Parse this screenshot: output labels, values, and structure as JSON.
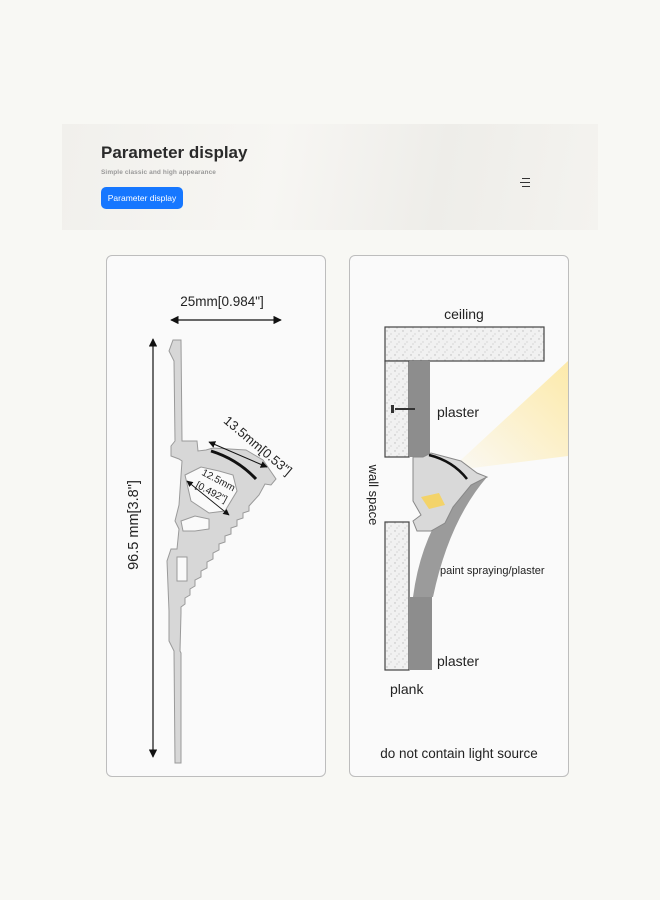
{
  "header": {
    "title": "Parameter display",
    "subtitle": "Simple classic and high appearance",
    "button_label": "Parameter display"
  },
  "icons": {
    "menu": "menu-icon"
  },
  "colors": {
    "accent": "#1677ff",
    "light_beam": "#fde9a6"
  },
  "left_diagram": {
    "width_label": "25mm[0.984\"]",
    "height_label": "96.5 mm[3.8\"]",
    "diffuser_outer_label": "13.5mm[0.53\"]",
    "diffuser_inner_label_line1": "12.5mm",
    "diffuser_inner_label_line2": "[0.492\"]"
  },
  "right_diagram": {
    "ceiling": "ceiling",
    "plaster_top": "plaster",
    "wall_space": "wall space",
    "paint": "paint spraying/plaster",
    "plaster_bottom": "plaster",
    "plank": "plank",
    "note": "do not contain light source"
  }
}
